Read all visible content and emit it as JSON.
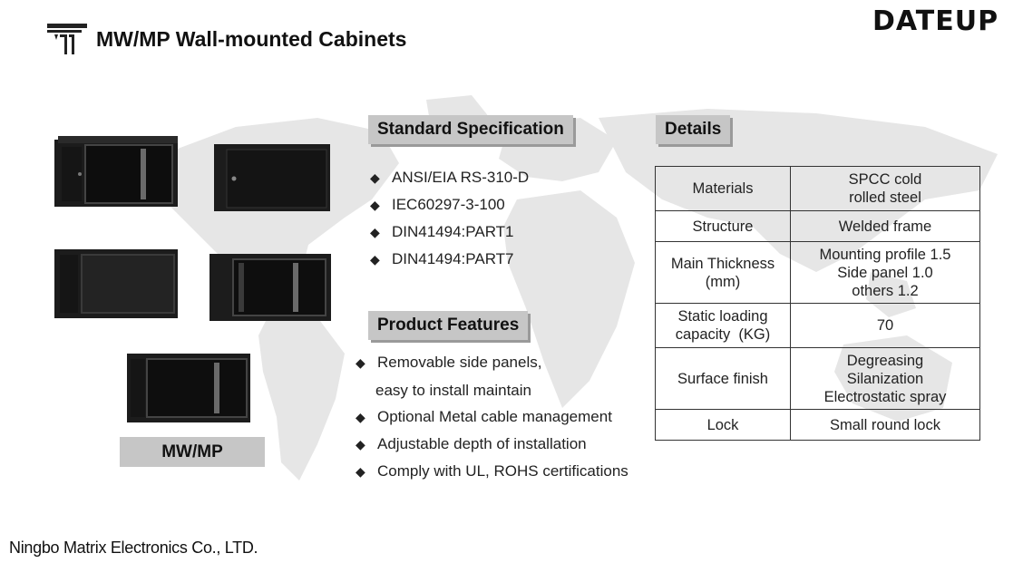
{
  "header": {
    "title": "MW/MP Wall-mounted Cabinets",
    "brand": "DATEUP"
  },
  "standard": {
    "heading": "Standard Specification",
    "items": [
      "ANSI/EIA RS-310-D",
      "IEC60297-3-100",
      "DIN41494:PART1",
      "DIN41494:PART7"
    ]
  },
  "features": {
    "heading": "Product Features",
    "item1_line1": "Removable side panels,",
    "item1_line2": "easy to install maintain",
    "items": [
      "Optional Metal cable management",
      "Adjustable depth of installation",
      "Comply with UL, ROHS certifications"
    ]
  },
  "details": {
    "heading": "Details",
    "rows": [
      {
        "key": [
          "Materials"
        ],
        "value": [
          "SPCC cold",
          "rolled steel"
        ]
      },
      {
        "key": [
          "Structure"
        ],
        "value": [
          "Welded frame"
        ]
      },
      {
        "key": [
          "Main Thickness",
          "(mm)"
        ],
        "value": [
          "Mounting profile 1.5",
          "Side panel 1.0",
          "others 1.2"
        ]
      },
      {
        "key": [
          "Static loading",
          "capacity  (KG)"
        ],
        "value": [
          "70"
        ]
      },
      {
        "key": [
          "Surface finish"
        ],
        "value": [
          "Degreasing",
          "Silanization",
          "Electrostatic spray"
        ]
      },
      {
        "key": [
          "Lock"
        ],
        "value": [
          "Small round lock"
        ]
      }
    ]
  },
  "product": {
    "model_label": "MW/MP"
  },
  "footer": {
    "company": "Ningbo Matrix Electronics Co., LTD."
  },
  "colors": {
    "label_gray": "#c6c6c6",
    "map_gray": "#e4e4e4",
    "cabinet_black": "#1c1c1c"
  }
}
